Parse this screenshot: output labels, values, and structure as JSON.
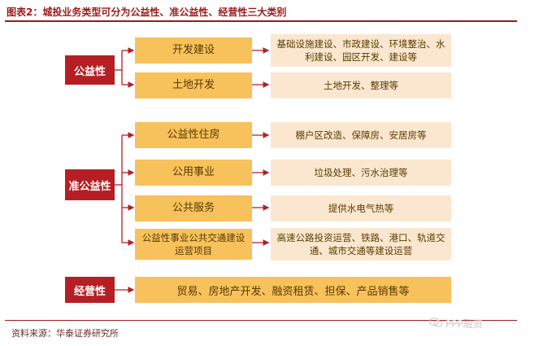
{
  "title": "图表2：城投业务类型可分为公益性、准公益性、经营性三大类别",
  "source": "资料来源：华泰证券研究所",
  "watermark": "PPP融资",
  "categories": {
    "public": "公益性",
    "quasi": "准公益性",
    "operating": "经营性"
  },
  "items": {
    "dev_construction": "开发建设",
    "dev_construction_desc": "基础设施建设、市政建设、环境整治、水利建设、园区开发、建设等",
    "land_dev": "土地开发",
    "land_dev_desc": "土地开发、整理等",
    "public_housing": "公益性住房",
    "public_housing_desc": "棚户区改造、保障房、安居房等",
    "public_utility": "公用事业",
    "public_utility_desc": "垃圾处理、污水治理等",
    "public_service": "公共服务",
    "public_service_desc": "提供水电气热等",
    "public_transport": "公益性事业公共交通建设运营项目",
    "public_transport_desc": "高速公路投资运营、铁路、港口、轨道交通、城市交通等建设运营",
    "operating_desc": "贸易、房地产开发、融资租赁、担保、产品销售等"
  },
  "colors": {
    "category_red": "#b51f24",
    "sub_orange": "#f7c15c",
    "desc_beige": "#fbe7cf"
  }
}
